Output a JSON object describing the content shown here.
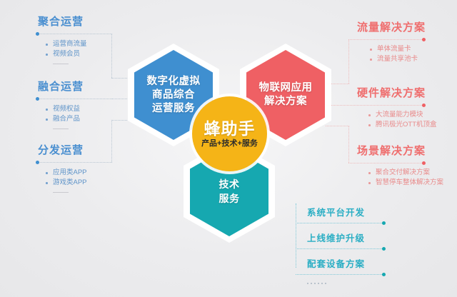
{
  "theme": {
    "bg": "#efeff1",
    "blue": "#3f8fd0",
    "red": "#ef6064",
    "teal": "#16a8b0",
    "orange": "#f5b417",
    "line_blue": "#b9c6d2",
    "line_red": "#eebcbc",
    "line_teal": "#7fc9d8"
  },
  "center": {
    "brand": "蜂助手",
    "tagline": "产品+技术+服务"
  },
  "hexagons": {
    "blue": {
      "label": "数字化虚拟\n商品综合\n运营服务",
      "color": "#3f8fd0"
    },
    "red": {
      "label": "物联网应用\n解决方案",
      "color": "#ef6064"
    },
    "teal": {
      "label": "技术\n服务",
      "color": "#16a8b0"
    }
  },
  "left_groups": [
    {
      "title": "聚合运营",
      "items": [
        "运营商流量",
        "视频会员",
        "——"
      ]
    },
    {
      "title": "融合运营",
      "items": [
        "视频权益",
        "融合产品",
        "——"
      ]
    },
    {
      "title": "分发运营",
      "items": [
        "应用类APP",
        "游戏类APP",
        "——"
      ]
    }
  ],
  "right_groups": [
    {
      "title": "流量解决方案",
      "items": [
        "单体流量卡",
        "流量共享池卡"
      ]
    },
    {
      "title": "硬件解决方案",
      "items": [
        "大流量能力模块",
        "腾讯极光OTT机顶盒"
      ]
    },
    {
      "title": "场景解决方案",
      "items": [
        "聚合交付解决方案",
        "智慧停车整体解决方案"
      ]
    }
  ],
  "bottom_items": [
    "系统平台开发",
    "上线维护升级",
    "配套设备方案"
  ]
}
